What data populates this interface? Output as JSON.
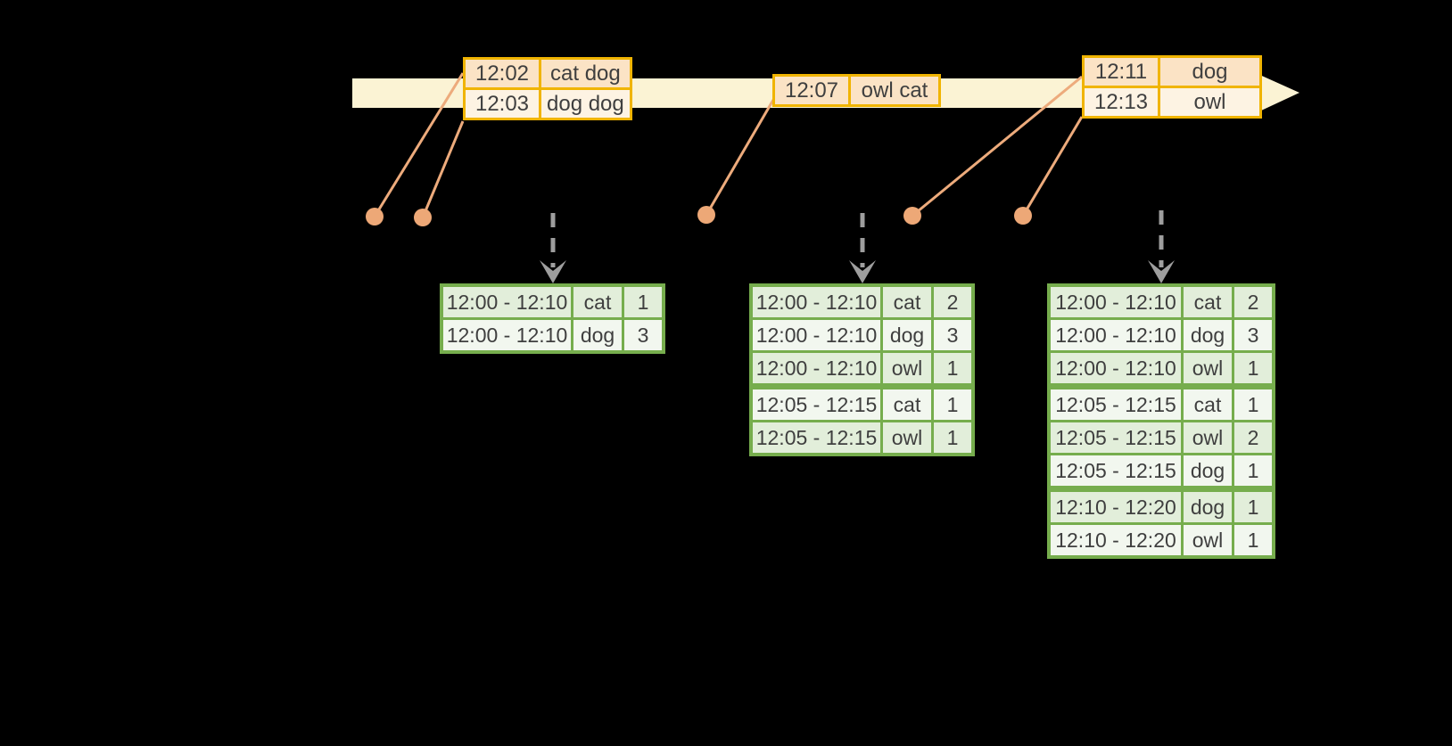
{
  "colors": {
    "background": "#000000",
    "timeline_fill": "#fbf3d4",
    "event_table_border": "#f0b400",
    "event_row_dark": "#fbe3c5",
    "event_row_light": "#fdf3e3",
    "event_dot": "#eda877",
    "connector_line": "#edab7c",
    "trigger_arrow": "#9e9e9e",
    "result_table_border": "#76ad4d",
    "result_row_dark": "#e2eeda",
    "result_row_light": "#f2f7ef",
    "text": "#3f3f3f"
  },
  "timeline": {
    "event_tables": [
      {
        "rows": [
          {
            "time": "12:02",
            "words": "cat dog"
          },
          {
            "time": "12:03",
            "words": "dog dog"
          }
        ]
      },
      {
        "rows": [
          {
            "time": "12:07",
            "words": "owl cat"
          }
        ]
      },
      {
        "rows": [
          {
            "time": "12:11",
            "words": "dog"
          },
          {
            "time": "12:13",
            "words": "owl"
          }
        ]
      }
    ]
  },
  "result_tables": [
    {
      "rows": [
        {
          "window": "12:00 - 12:10",
          "word": "cat",
          "count": "1"
        },
        {
          "window": "12:00 - 12:10",
          "word": "dog",
          "count": "3"
        }
      ]
    },
    {
      "rows": [
        {
          "window": "12:00 - 12:10",
          "word": "cat",
          "count": "2"
        },
        {
          "window": "12:00 - 12:10",
          "word": "dog",
          "count": "3"
        },
        {
          "window": "12:00 - 12:10",
          "word": "owl",
          "count": "1"
        },
        {
          "window": "12:05 - 12:15",
          "word": "cat",
          "count": "1"
        },
        {
          "window": "12:05 - 12:15",
          "word": "owl",
          "count": "1"
        }
      ]
    },
    {
      "rows": [
        {
          "window": "12:00 - 12:10",
          "word": "cat",
          "count": "2"
        },
        {
          "window": "12:00 - 12:10",
          "word": "dog",
          "count": "3"
        },
        {
          "window": "12:00 - 12:10",
          "word": "owl",
          "count": "1"
        },
        {
          "window": "12:05 - 12:15",
          "word": "cat",
          "count": "1"
        },
        {
          "window": "12:05 - 12:15",
          "word": "owl",
          "count": "2"
        },
        {
          "window": "12:05 - 12:15",
          "word": "dog",
          "count": "1"
        },
        {
          "window": "12:10 - 12:20",
          "word": "dog",
          "count": "1"
        },
        {
          "window": "12:10 - 12:20",
          "word": "owl",
          "count": "1"
        }
      ]
    }
  ]
}
